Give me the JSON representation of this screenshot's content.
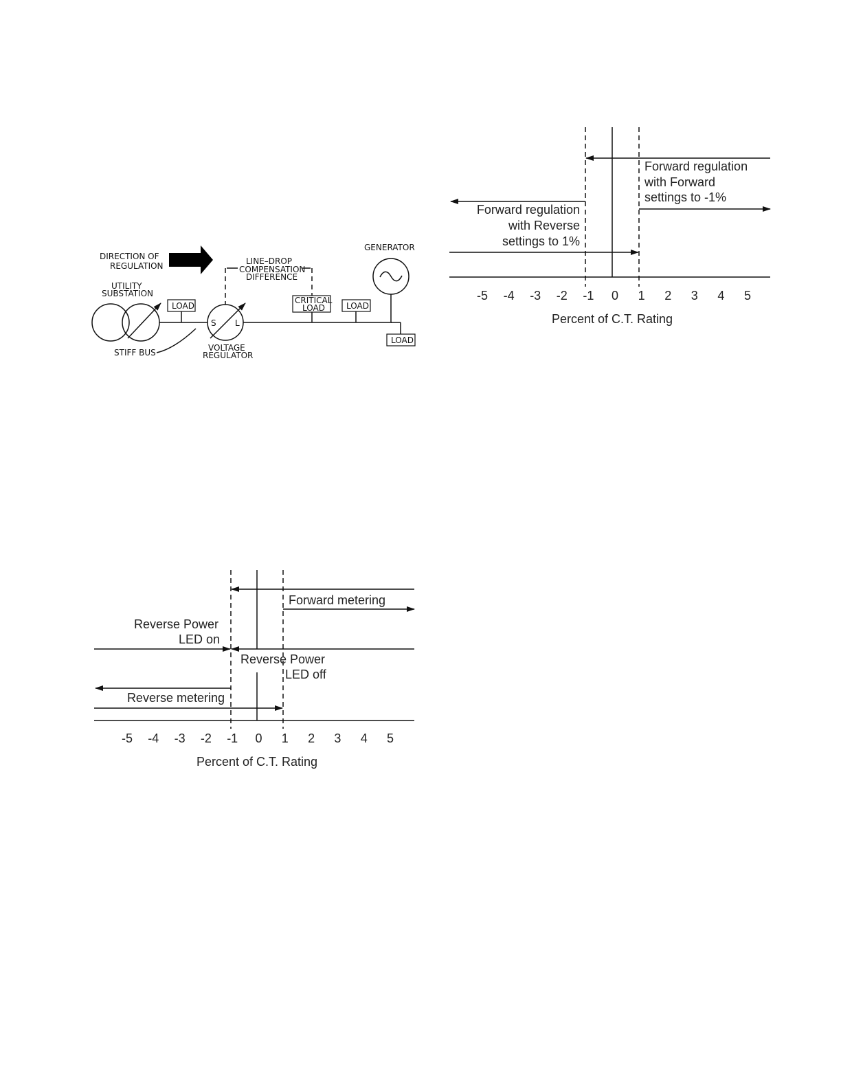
{
  "schematic": {
    "direction_label_1": "DIRECTION  OF",
    "direction_label_2": "REGULATION",
    "utility_label_1": "UTILITY",
    "utility_label_2": "SUBSTATION",
    "stiff_bus": "STIFF  BUS",
    "load": "LOAD",
    "ldc_label_1": "LINE–DROP",
    "ldc_label_2": "COMPENSATION",
    "ldc_label_3": "DIFFERENCE",
    "critical_load_1": "CRITICAL",
    "critical_load_2": "LOAD",
    "regulator_s": "S",
    "regulator_l": "L",
    "regulator_label_1": "VOLTAGE",
    "regulator_label_2": "REGULATOR",
    "generator": "GENERATOR"
  },
  "regulation_chart": {
    "forward_label": [
      "Forward regulation",
      "with Forward",
      "settings to -1%"
    ],
    "reverse_label": [
      "Forward regulation",
      "with Reverse",
      "settings to 1%"
    ],
    "ticks": [
      "-5",
      "-4",
      "-3",
      "-2",
      "-1",
      "0",
      "1",
      "2",
      "3",
      "4",
      "5"
    ],
    "axis_title": "Percent of C.T. Rating"
  },
  "metering_chart": {
    "forward_metering": "Forward metering",
    "reverse_led_on": [
      "Reverse Power",
      "LED on"
    ],
    "reverse_led_off": [
      "Reverse Power",
      "LED off"
    ],
    "reverse_metering": "Reverse metering",
    "ticks": [
      "-5",
      "-4",
      "-3",
      "-2",
      "-1",
      "0",
      "1",
      "2",
      "3",
      "4",
      "5"
    ],
    "axis_title": "Percent of C.T. Rating"
  }
}
